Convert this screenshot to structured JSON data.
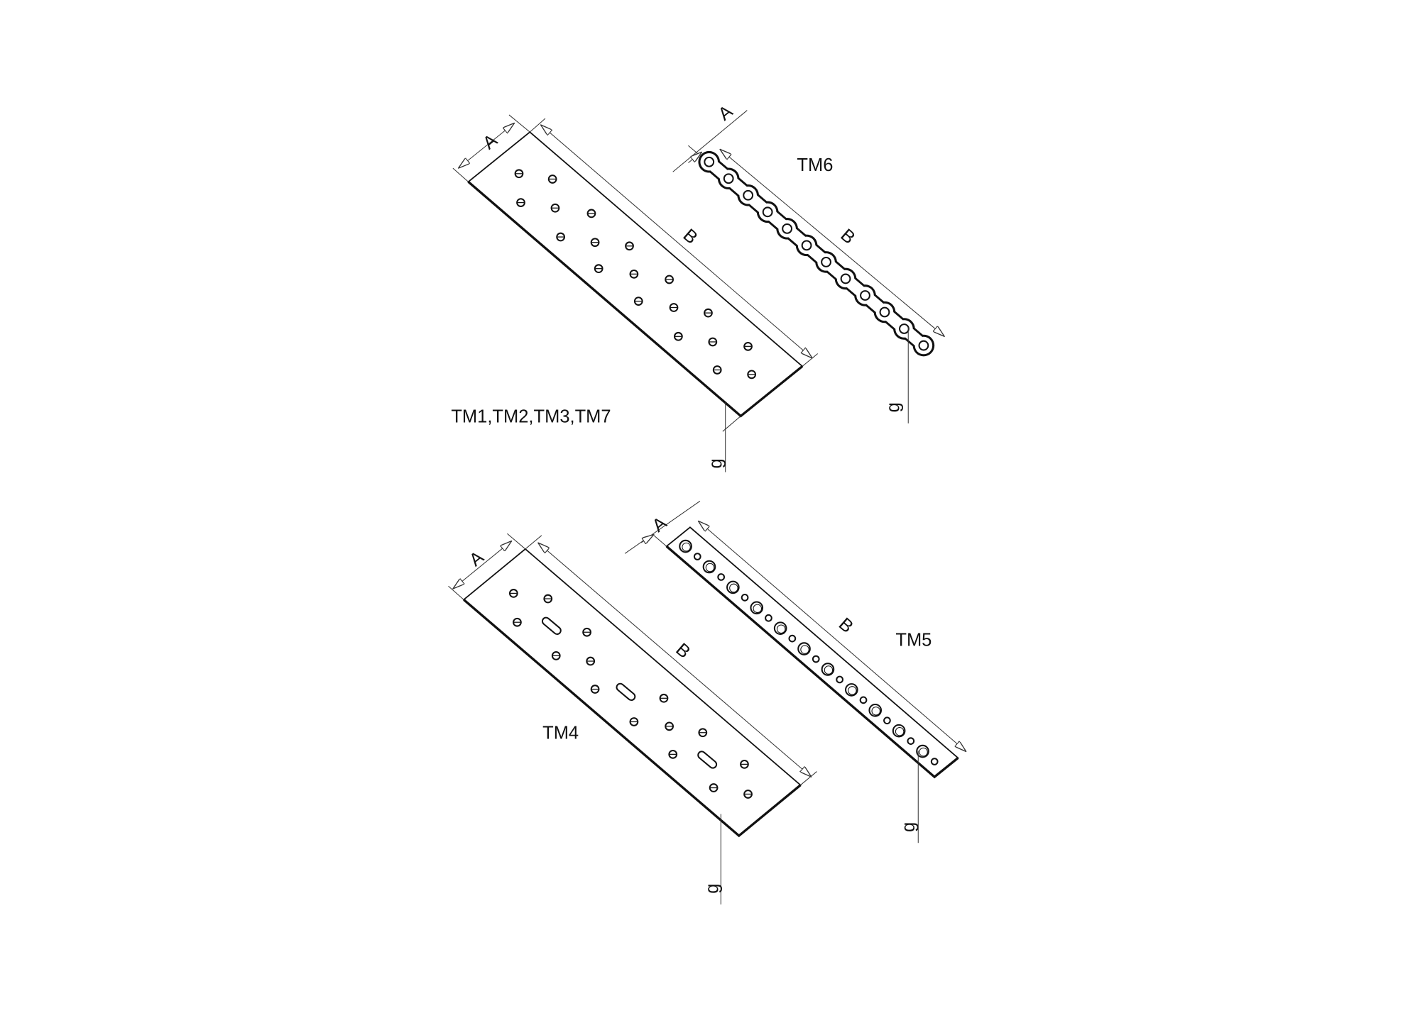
{
  "drawings": [
    {
      "name": "TM1,TM2,TM3,TM7",
      "dims": {
        "width": "A",
        "length": "B",
        "thickness": "g"
      }
    },
    {
      "name": "TM6",
      "dims": {
        "width": "A",
        "length": "B",
        "thickness": "g"
      }
    },
    {
      "name": "TM4",
      "dims": {
        "width": "A",
        "length": "B",
        "thickness": "g"
      }
    },
    {
      "name": "TM5",
      "dims": {
        "width": "A",
        "length": "B",
        "thickness": "g"
      }
    }
  ],
  "colors": {
    "line": "#111111",
    "background": "#ffffff"
  }
}
